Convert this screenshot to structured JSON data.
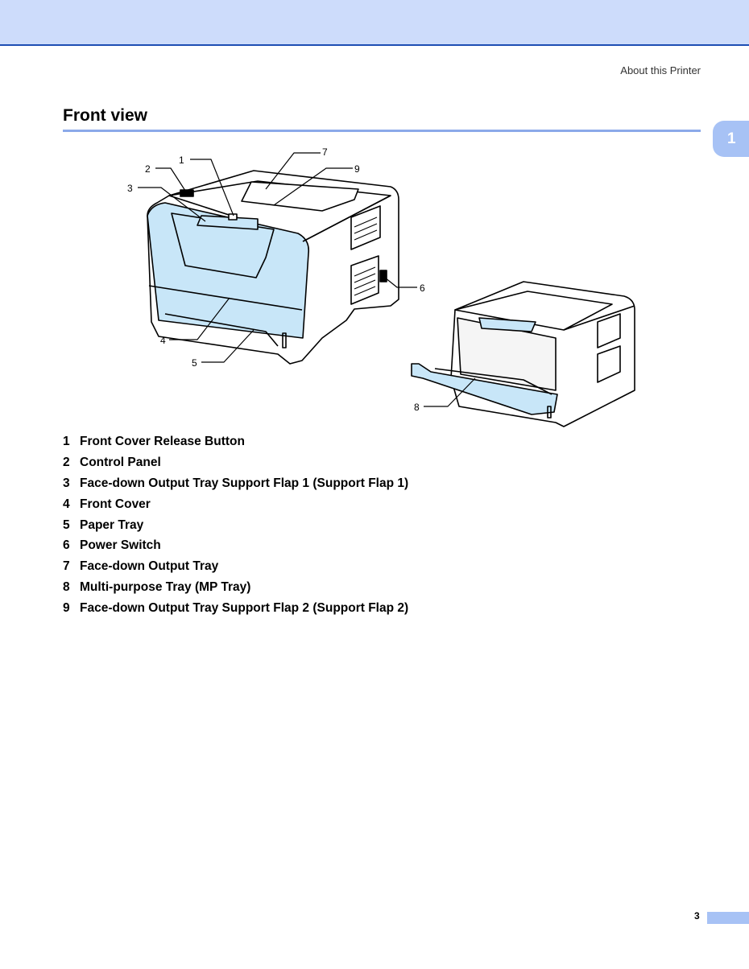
{
  "header": {
    "running_title": "About this Printer",
    "chapter_tab": "1"
  },
  "section": {
    "title": "Front view"
  },
  "figure": {
    "callouts": {
      "c1": "1",
      "c2": "2",
      "c3": "3",
      "c4": "4",
      "c5": "5",
      "c6": "6",
      "c7": "7",
      "c8": "8",
      "c9": "9"
    },
    "accent_color": "#c8e6f8"
  },
  "parts": [
    {
      "num": "1",
      "label": "Front Cover Release Button"
    },
    {
      "num": "2",
      "label": "Control Panel"
    },
    {
      "num": "3",
      "label": "Face-down Output Tray Support Flap 1 (Support Flap 1)"
    },
    {
      "num": "4",
      "label": "Front Cover"
    },
    {
      "num": "5",
      "label": "Paper Tray"
    },
    {
      "num": "6",
      "label": "Power Switch"
    },
    {
      "num": "7",
      "label": "Face-down Output Tray"
    },
    {
      "num": "8",
      "label": "Multi-purpose Tray (MP Tray)"
    },
    {
      "num": "9",
      "label": "Face-down Output Tray Support Flap 2 (Support Flap 2)"
    }
  ],
  "footer": {
    "page_number": "3"
  }
}
